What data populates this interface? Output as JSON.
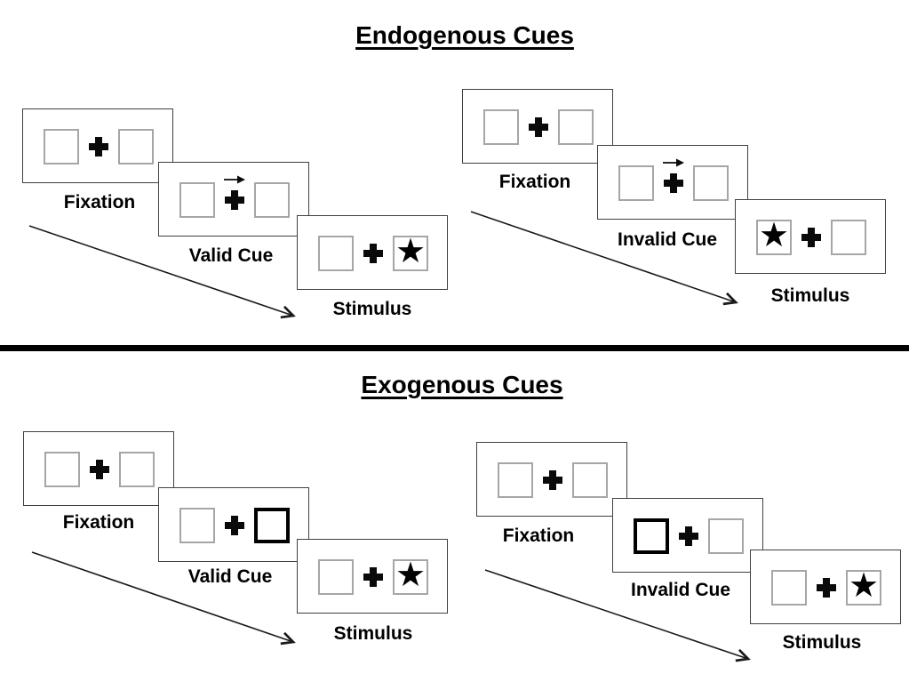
{
  "sections": {
    "endogenous": {
      "title": "Endogenous Cues",
      "valid": {
        "fixation": "Fixation",
        "cue": "Valid Cue",
        "stimulus": "Stimulus"
      },
      "invalid": {
        "fixation": "Fixation",
        "cue": "Invalid Cue",
        "stimulus": "Stimulus"
      }
    },
    "exogenous": {
      "title": "Exogenous Cues",
      "valid": {
        "fixation": "Fixation",
        "cue": "Valid Cue",
        "stimulus": "Stimulus"
      },
      "invalid": {
        "fixation": "Fixation",
        "cue": "Invalid Cue",
        "stimulus": "Stimulus"
      }
    }
  },
  "icons": {
    "star": "★",
    "fixation_cross": "heavy-plus",
    "cue_arrow": "right-arrow",
    "timeline_arrow": "diagonal-down-right-arrow"
  },
  "colors": {
    "background": "#ffffff",
    "card_border": "#404040",
    "box_border": "#a6a6a6",
    "cue_highlight_border": "#000000",
    "ink": "#000000"
  }
}
